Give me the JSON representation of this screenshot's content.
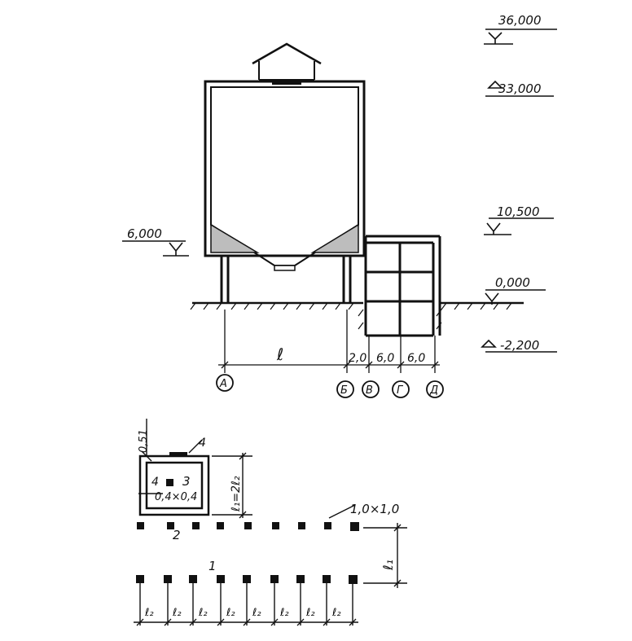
{
  "elevations": {
    "top": "36,000",
    "eaves": "33,000",
    "hopper": "10,500",
    "platform": "6,000",
    "ground": "0,000",
    "foundation": "-2,200"
  },
  "section": {
    "span_symbol": "ℓ",
    "dims": [
      "2,0",
      "6,0",
      "6,0"
    ],
    "axes": [
      "А",
      "Б",
      "В",
      "Г",
      "Д"
    ]
  },
  "plan": {
    "wall_dim": "0,51",
    "span_formula": "ℓ₁=2ℓ₂",
    "column_small": "0,4×0,4",
    "column_large": "1,0×1,0",
    "row_spacing": "ℓ₁",
    "bay": "ℓ₂",
    "markers": [
      "1",
      "2",
      "3",
      "4",
      "4"
    ]
  },
  "colors": {
    "ink": "#111111",
    "paper": "#ffffff"
  }
}
